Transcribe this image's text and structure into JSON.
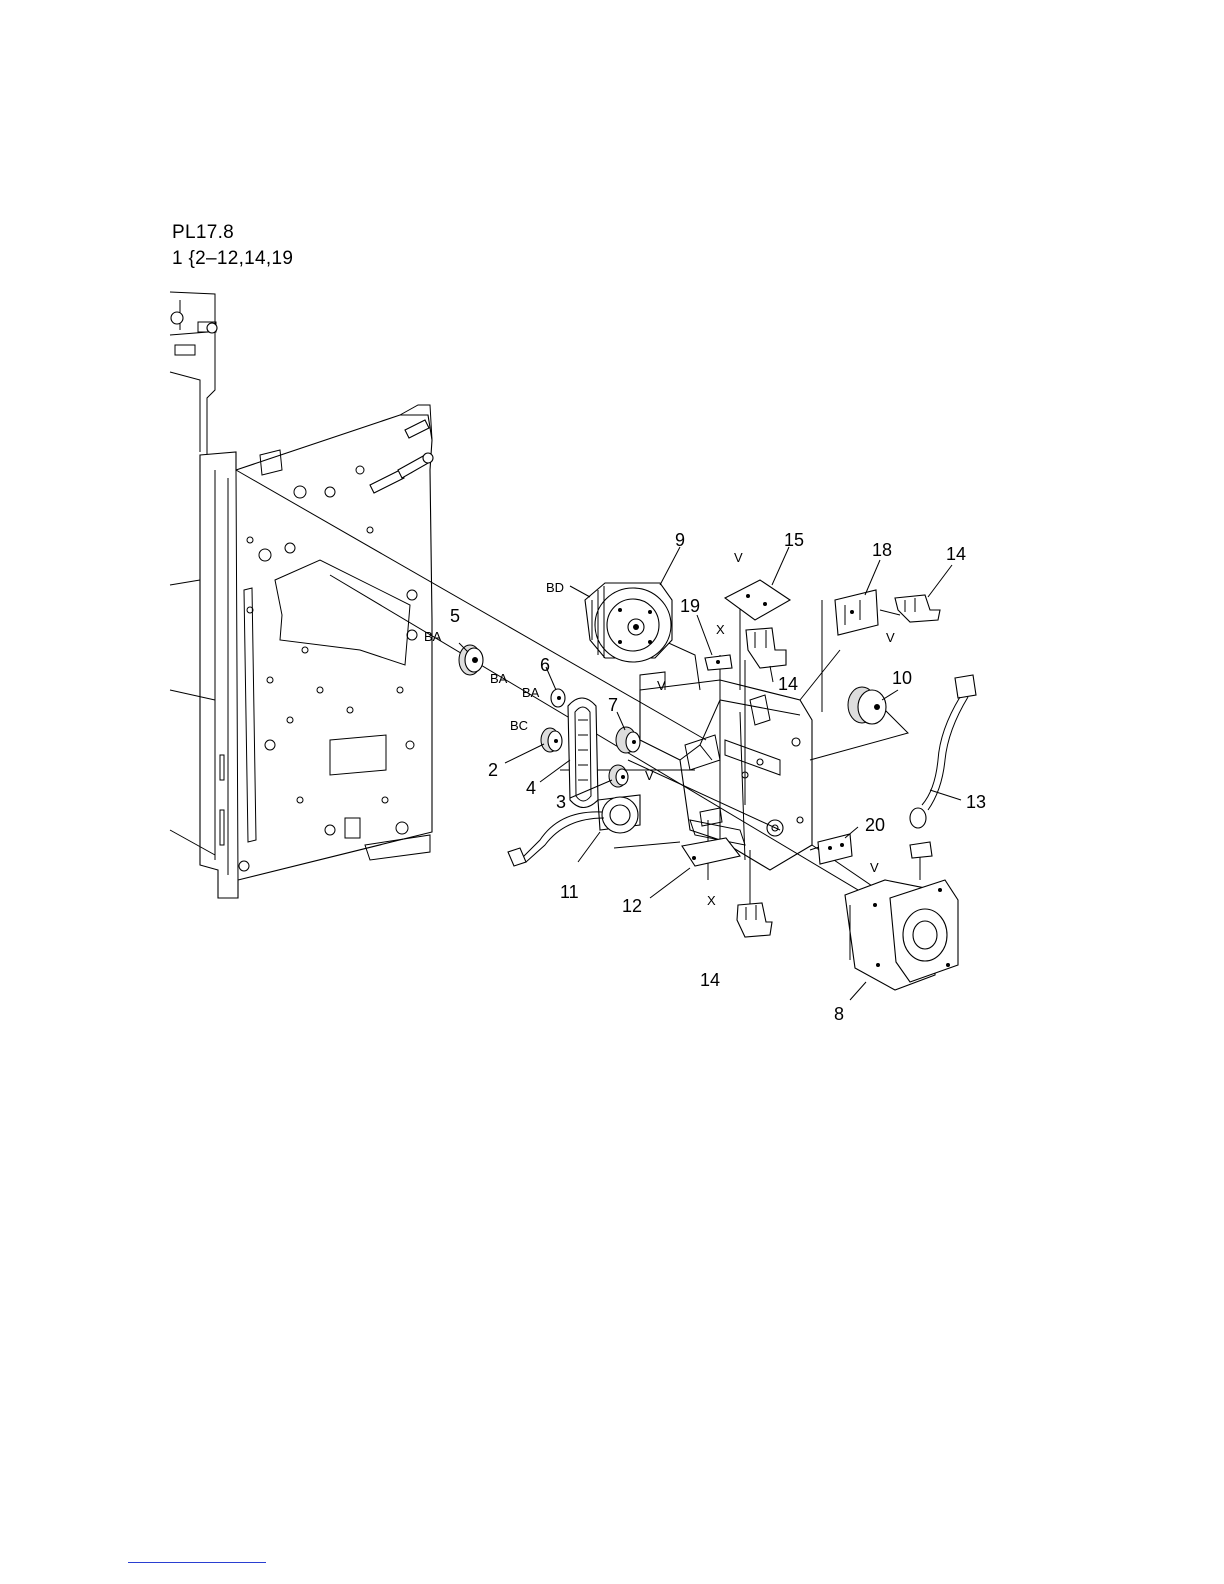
{
  "header": {
    "plate_ref": "PL17.8",
    "assembly_item": "1",
    "brace": "{",
    "assembly_contents": "2–12,14,19"
  },
  "callouts": {
    "c2": "2",
    "c3": "3",
    "c4": "4",
    "c5": "5",
    "c6": "6",
    "c7": "7",
    "c8": "8",
    "c9": "9",
    "c10": "10",
    "c11": "11",
    "c12": "12",
    "c13": "13",
    "c14a": "14",
    "c14b": "14",
    "c14c": "14",
    "c15": "15",
    "c18": "18",
    "c19": "19",
    "c20": "20"
  },
  "labels": {
    "ba1": "BA",
    "ba2": "BA",
    "ba3": "BA",
    "bc": "BC",
    "bd": "BD",
    "v1": "V",
    "v2": "V",
    "v3": "V",
    "v4": "V",
    "v5": "V",
    "x1": "X",
    "x2": "X"
  }
}
